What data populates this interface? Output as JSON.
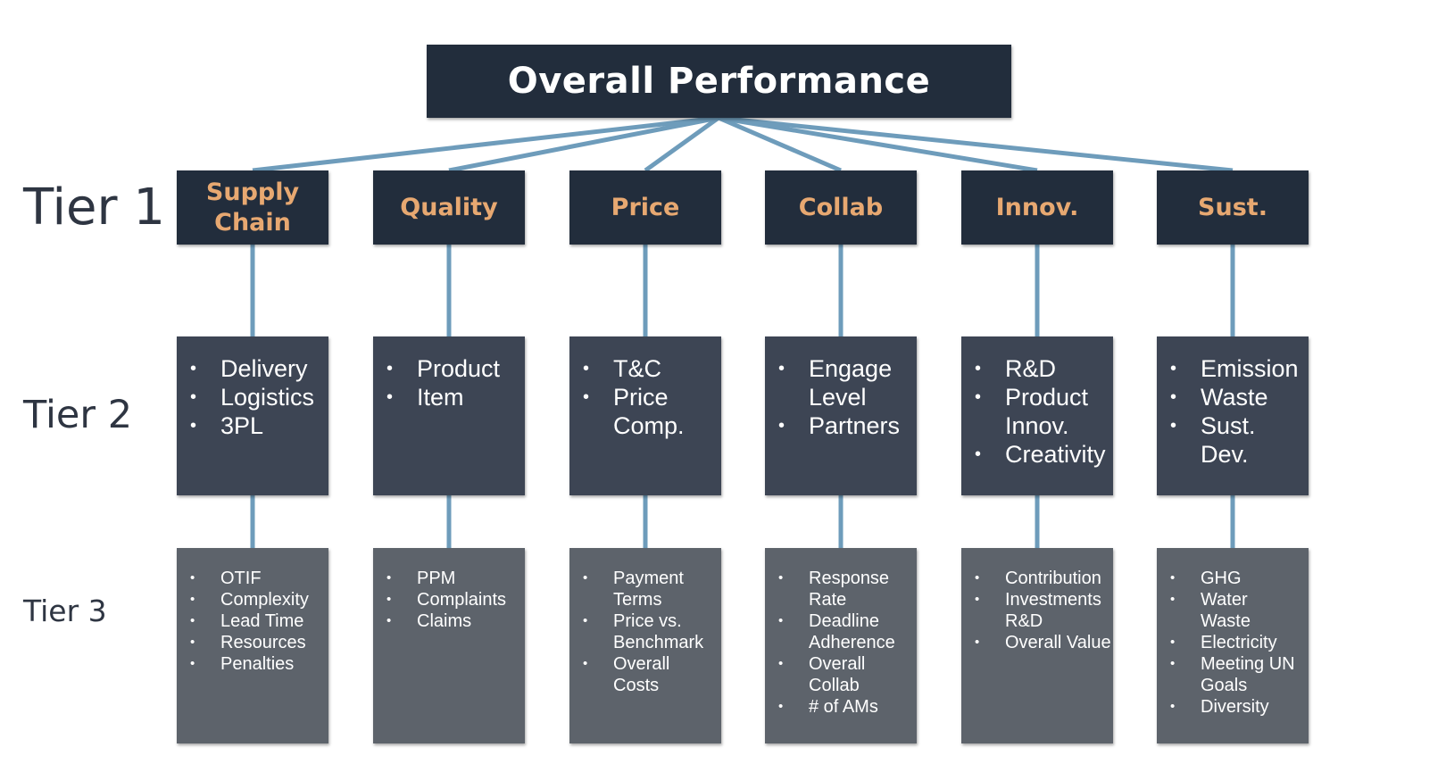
{
  "root": {
    "title": "Overall Performance"
  },
  "tier_labels": [
    "Tier 1",
    "Tier 2",
    "Tier 3"
  ],
  "columns": [
    {
      "tier1": "Supply\nChain",
      "tier2": [
        "Delivery",
        "Logistics",
        "3PL"
      ],
      "tier3": [
        "OTIF",
        "Complexity",
        "Lead  Time",
        "Resources",
        "Penalties"
      ]
    },
    {
      "tier1": "Quality",
      "tier2": [
        "Product",
        "Item"
      ],
      "tier3": [
        "PPM",
        "Complaints",
        "Claims"
      ]
    },
    {
      "tier1": "Price",
      "tier2": [
        "T&C",
        "Price\nComp."
      ],
      "tier3": [
        "Payment\nTerms",
        "Price vs.\nBenchmark",
        "Overall\nCosts"
      ]
    },
    {
      "tier1": "Collab",
      "tier2": [
        "Engage\nLevel",
        "Partners"
      ],
      "tier3": [
        "Response\nRate",
        "Deadline\nAdherence",
        "Overall\nCollab",
        "# of AMs"
      ]
    },
    {
      "tier1": "Innov.",
      "tier2": [
        "R&D",
        "Product\nInnov.",
        "Creativity"
      ],
      "tier3": [
        "Contribution",
        "Investments\nR&D",
        "Overall Value"
      ]
    },
    {
      "tier1": "Sust.",
      "tier2": [
        "Emission",
        "Waste",
        "Sust.\nDev."
      ],
      "tier3": [
        "GHG",
        "Water\nWaste",
        "Electricity",
        "Meeting UN\nGoals",
        "Diversity"
      ]
    }
  ],
  "colors": {
    "dark_box": "#222d3c",
    "tier2_box": "#3d4554",
    "tier3_box": "#5d636b",
    "accent_text": "#e7a871",
    "connector": "#6e9cbb"
  }
}
